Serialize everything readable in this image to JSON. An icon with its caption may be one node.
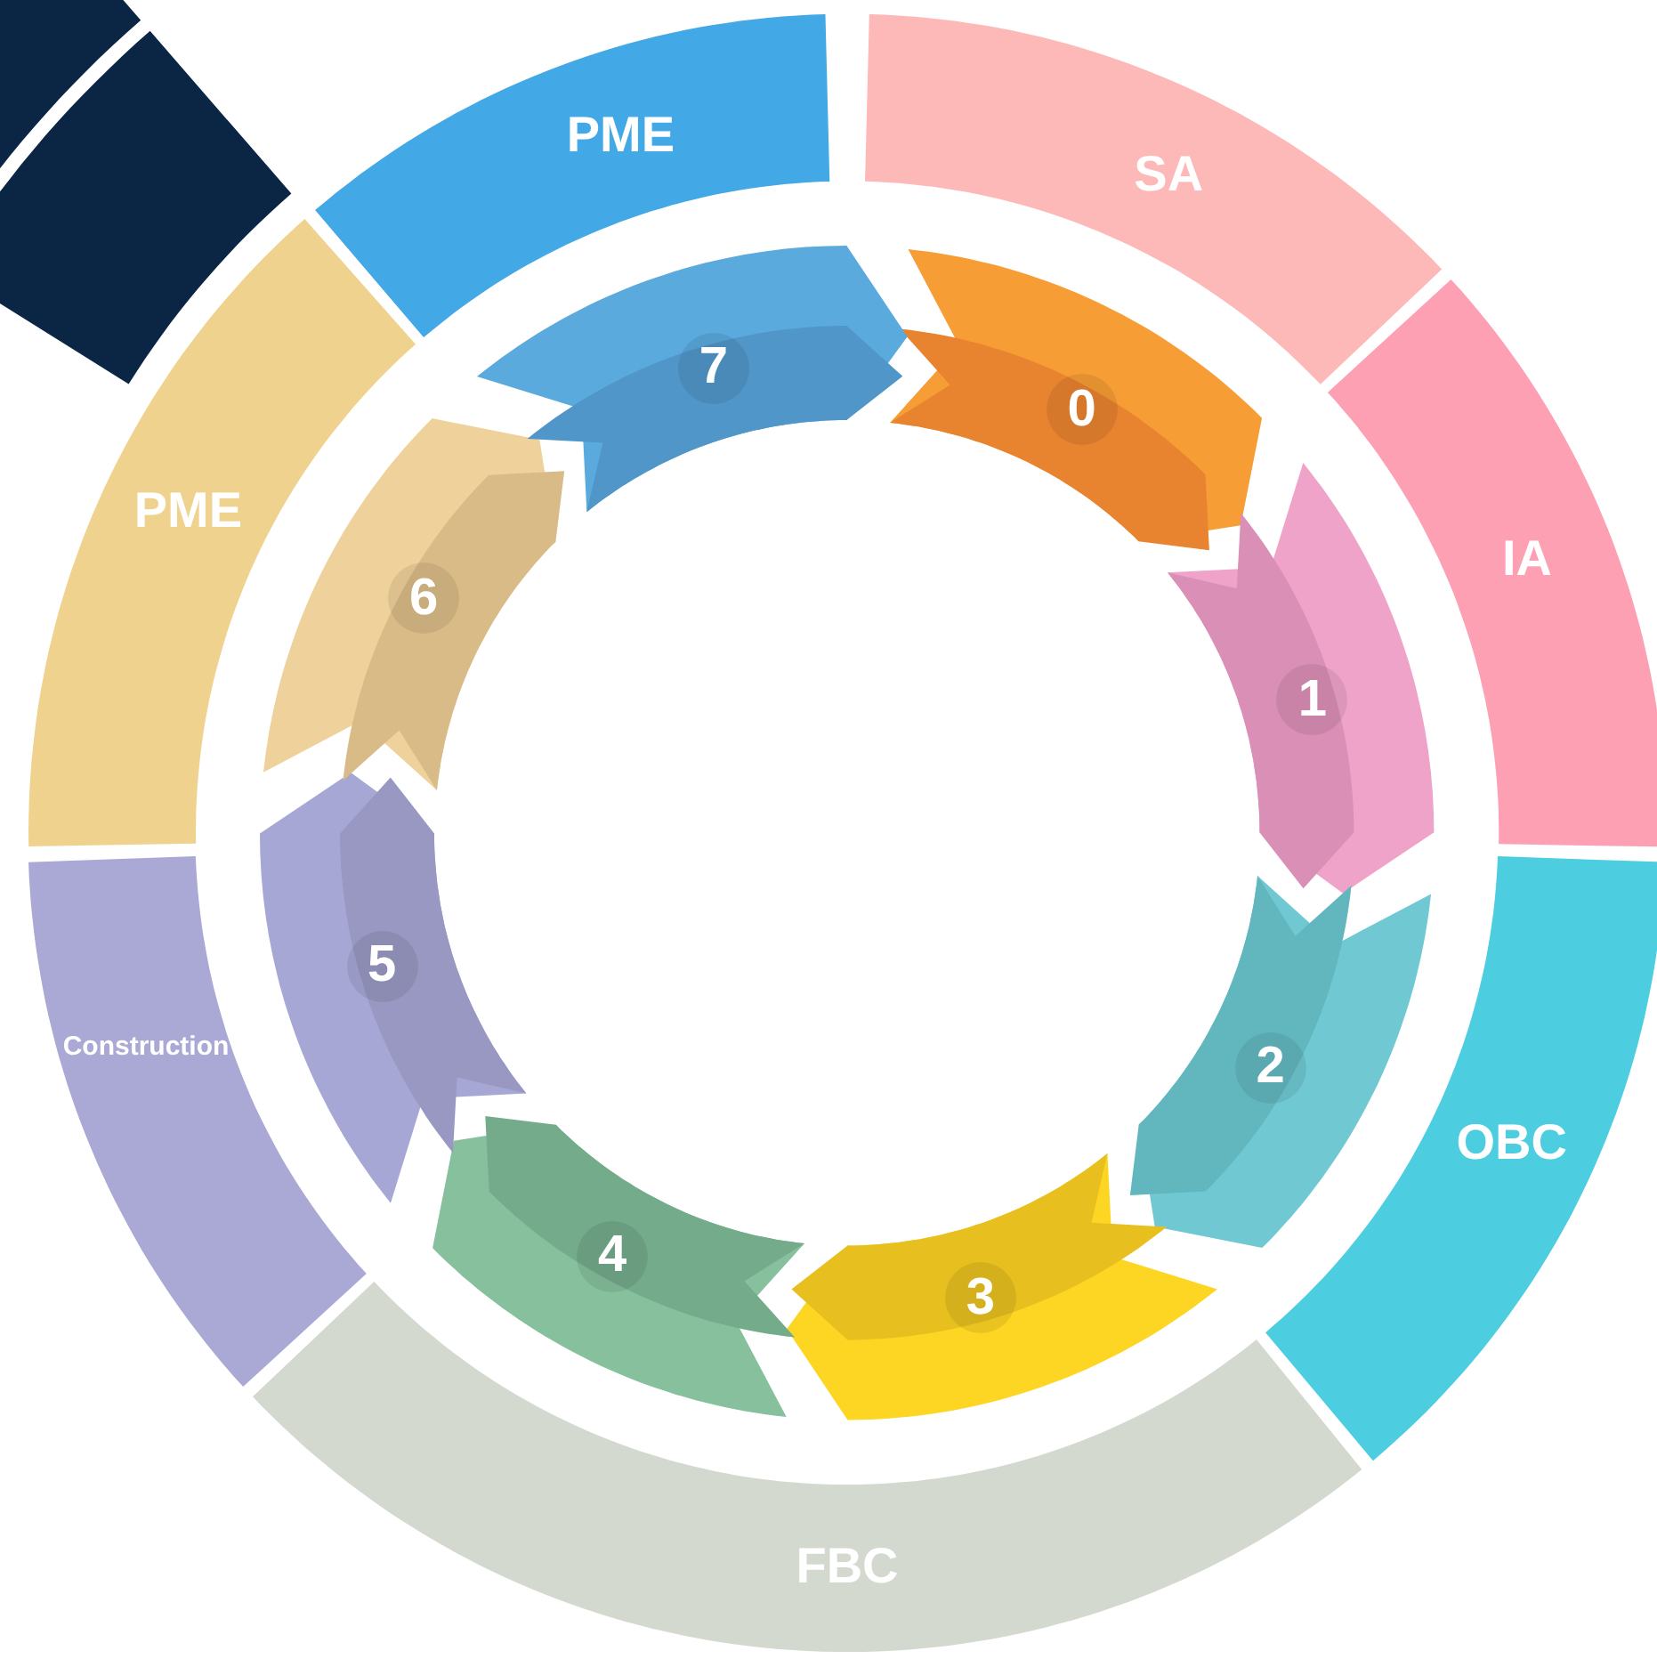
{
  "diagram": {
    "nodes": [
      {
        "text": [
          "PME"
        ]
      },
      {
        "text": [
          "SA"
        ]
      },
      {
        "text": [
          "IA"
        ]
      },
      {
        "text": [
          "OBC"
        ]
      },
      {
        "text": [
          "FBC"
        ]
      },
      {
        "text": [
          "Construction"
        ]
      },
      {
        "text": [
          "PME"
        ]
      },
      {
        "text": [
          "0"
        ]
      },
      {
        "text": [
          "1"
        ]
      },
      {
        "text": [
          "2"
        ]
      },
      {
        "text": [
          "3"
        ]
      },
      {
        "text": [
          "4"
        ]
      },
      {
        "text": [
          "5"
        ]
      },
      {
        "text": [
          "6"
        ]
      },
      {
        "text": [
          "7"
        ]
      }
    ]
  }
}
